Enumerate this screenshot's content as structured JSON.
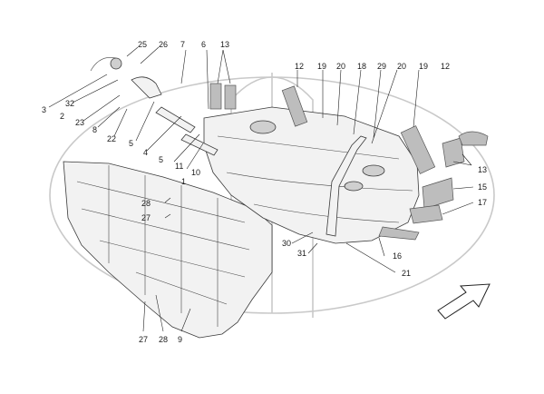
{
  "diagram": {
    "callouts": [
      {
        "id": "c25a",
        "text": "25"
      },
      {
        "id": "c26",
        "text": "26"
      },
      {
        "id": "c7",
        "text": "7"
      },
      {
        "id": "c6",
        "text": "6"
      },
      {
        "id": "c13a",
        "text": "13"
      },
      {
        "id": "c12a",
        "text": "12"
      },
      {
        "id": "c19a",
        "text": "19"
      },
      {
        "id": "c20a",
        "text": "20"
      },
      {
        "id": "c18",
        "text": "18"
      },
      {
        "id": "c29",
        "text": "29"
      },
      {
        "id": "c20b",
        "text": "20"
      },
      {
        "id": "c19b",
        "text": "19"
      },
      {
        "id": "c12b",
        "text": "12"
      },
      {
        "id": "c3",
        "text": "3"
      },
      {
        "id": "c32",
        "text": "32"
      },
      {
        "id": "c2",
        "text": "2"
      },
      {
        "id": "c23",
        "text": "23"
      },
      {
        "id": "c8",
        "text": "8"
      },
      {
        "id": "c22",
        "text": "22"
      },
      {
        "id": "c5a",
        "text": "5"
      },
      {
        "id": "c4",
        "text": "4"
      },
      {
        "id": "c5b",
        "text": "5"
      },
      {
        "id": "c11",
        "text": "11"
      },
      {
        "id": "c10",
        "text": "10"
      },
      {
        "id": "c1",
        "text": "1"
      },
      {
        "id": "c13b",
        "text": "13"
      },
      {
        "id": "c15",
        "text": "15"
      },
      {
        "id": "c17",
        "text": "17"
      },
      {
        "id": "c28a",
        "text": "28"
      },
      {
        "id": "c27a",
        "text": "27"
      },
      {
        "id": "c30",
        "text": "30"
      },
      {
        "id": "c31",
        "text": "31"
      },
      {
        "id": "c16",
        "text": "16"
      },
      {
        "id": "c21",
        "text": "21"
      },
      {
        "id": "c27b",
        "text": "27"
      },
      {
        "id": "c28b",
        "text": "28"
      },
      {
        "id": "c9",
        "text": "9"
      }
    ],
    "orientation_arrow": "front-direction-arrow",
    "colors": {
      "line": "#3a3a3a",
      "pad": "#bdbdbd",
      "watermark": "#c9c9c9"
    }
  }
}
